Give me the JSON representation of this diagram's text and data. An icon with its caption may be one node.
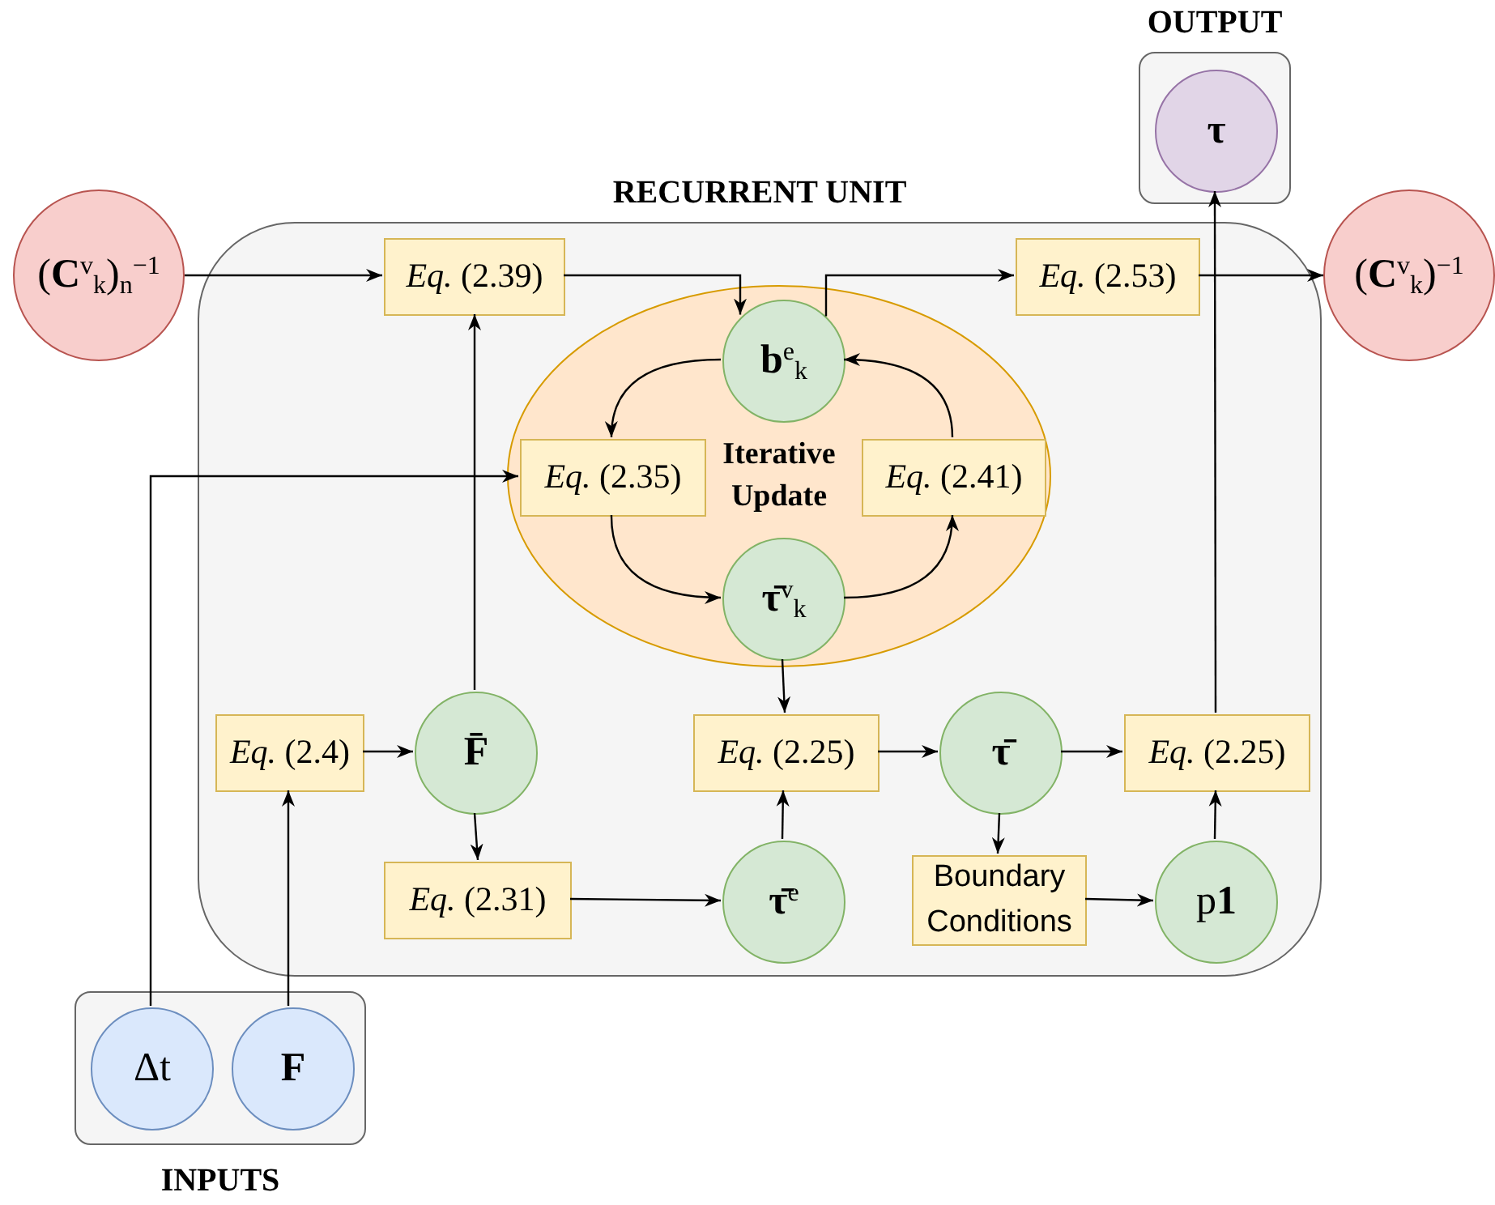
{
  "diagram": {
    "nodes": [
      {
        "text": [
          "RECURRENT UNIT"
        ]
      },
      {
        "text": [
          "OUTPUT"
        ]
      },
      {
        "text": [
          "**τ**"
        ],
        "in": 1
      },
      {
        "text": [
          "INPUTS"
        ]
      },
      {
        "text": [
          "Δt"
        ],
        "in": 3
      },
      {
        "text": [
          "**F**"
        ],
        "in": 3
      },
      {
        "text": [
          "(**C**$^{v}$$_{k}$)$_{n}$$^{−1}$"
        ]
      },
      {
        "text": [
          "*Eq.* (2.39)"
        ],
        "in": 0
      },
      {
        "text": [
          "*Eq.* (2.53)"
        ],
        "in": 0
      },
      {
        "text": [
          "(**C**$^{v}$$_{k}$)$^{−1}$"
        ]
      },
      {
        "text": [
          "Iterative Update"
        ],
        "in": 0
      },
      {
        "text": [
          "**b**$^{e}$$_{k}$"
        ],
        "in": 10
      },
      {
        "text": [
          "*Eq.* (2.35)"
        ],
        "in": 10
      },
      {
        "text": [
          "*Eq.* (2.41)"
        ],
        "in": 10
      },
      {
        "text": [
          "**τ̄**$^{v}$$_{k}$"
        ],
        "in": 10
      },
      {
        "text": [
          "*Eq.* (2.4)"
        ],
        "in": 0
      },
      {
        "text": [
          "**F̄**"
        ],
        "in": 0
      },
      {
        "text": [
          "*Eq.* (2.25)"
        ],
        "in": 0
      },
      {
        "text": [
          "**τ̄**"
        ],
        "in": 0
      },
      {
        "text": [
          "*Eq.* (2.25)"
        ],
        "in": 0
      },
      {
        "text": [
          "*Eq.* (2.31)"
        ],
        "in": 0
      },
      {
        "text": [
          "**τ̄**$^{e}$"
        ],
        "in": 0
      },
      {
        "text": [
          "Boundary Conditions"
        ],
        "in": 0
      },
      {
        "text": [
          "p**1**"
        ],
        "in": 0
      }
    ],
    "edges": [
      {
        "from": 6,
        "to": 7,
        "arrow": "to"
      },
      {
        "from": 7,
        "to": 11,
        "arrow": "to"
      },
      {
        "from": 11,
        "to": 8,
        "arrow": "to"
      },
      {
        "from": 8,
        "to": 9,
        "arrow": "to"
      },
      {
        "from": 19,
        "to": 2,
        "arrow": "to"
      },
      {
        "from": 4,
        "to": 12,
        "arrow": "to"
      },
      {
        "from": 11,
        "to": 12,
        "arrow": "to"
      },
      {
        "from": 12,
        "to": 14,
        "arrow": "to"
      },
      {
        "from": 14,
        "to": 13,
        "arrow": "to"
      },
      {
        "from": 13,
        "to": 11,
        "arrow": "to"
      },
      {
        "from": 16,
        "to": 7,
        "arrow": "to"
      },
      {
        "from": 14,
        "to": 17,
        "arrow": "to"
      },
      {
        "from": 15,
        "to": 16,
        "arrow": "to"
      },
      {
        "from": 16,
        "to": 20,
        "arrow": "to"
      },
      {
        "from": 5,
        "to": 15,
        "arrow": "to"
      },
      {
        "from": 20,
        "to": 21,
        "arrow": "to"
      },
      {
        "from": 21,
        "to": 17,
        "arrow": "to"
      },
      {
        "from": 17,
        "to": 18,
        "arrow": "to"
      },
      {
        "from": 18,
        "to": 19,
        "arrow": "to"
      },
      {
        "from": 18,
        "to": 22,
        "arrow": "to"
      },
      {
        "from": 22,
        "to": 23,
        "arrow": "to"
      },
      {
        "from": 23,
        "to": 19,
        "arrow": "to"
      }
    ]
  }
}
